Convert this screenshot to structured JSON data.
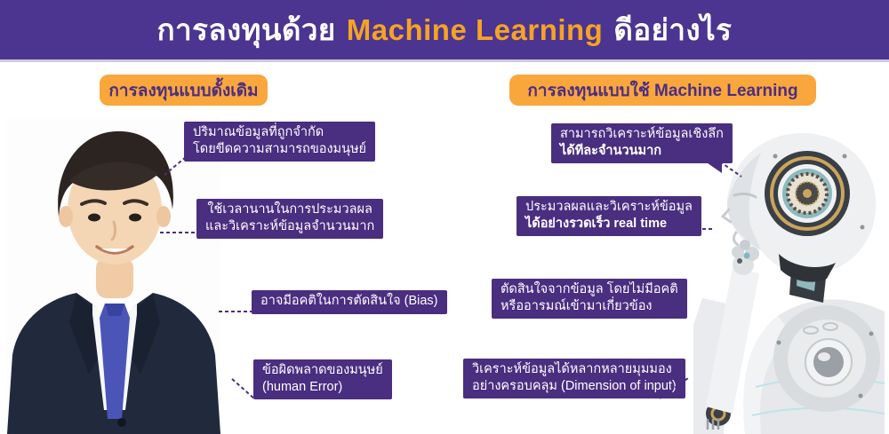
{
  "header": {
    "title_prefix": "การลงทุนด้วย",
    "title_highlight": "Machine Learning",
    "title_suffix": "ดีอย่างไร"
  },
  "sections": {
    "left": {
      "title": "การลงทุนแบบดั้งเดิม"
    },
    "right": {
      "title": "การลงทุนแบบใช้ Machine Learning"
    }
  },
  "callouts": {
    "left": [
      {
        "line1": "ปริมาณข้อมูลที่ถูกจำกัด",
        "line2": "โดยขีดความสามารถของมนุษย์"
      },
      {
        "line1": "ใช้เวลานานในการประมวลผล",
        "line2": "และวิเคราะห์ข้อมูลจำนวนมาก"
      },
      {
        "line1": "อาจมีอคติในการตัดสินใจ (Bias)"
      },
      {
        "line1": "ข้อผิดพลาดของมนุษย์",
        "line2": "(human Error)"
      }
    ],
    "right": [
      {
        "line1": "สามารถวิเคราะห์ข้อมูลเชิงลึก",
        "line2_bold": "ได้ทีละจำนวนมาก"
      },
      {
        "line1": "ประมวลผลและวิเคราะห์ข้อมูล",
        "line2_bold": "ได้อย่างรวดเร็ว real time"
      },
      {
        "line1": "ตัดสินใจจากข้อมูล โดยไม่มีอคติ",
        "line2": "หรืออารมณ์เข้ามาเกี่ยวข้อง"
      },
      {
        "line1": "วิเคราะห์ข้อมูลได้หลากหลายมุมมอง",
        "line2": "อย่างครอบคลุม (Dimension of input)"
      }
    ]
  },
  "figures": {
    "left": "businessman-photo",
    "right": "robot-photo"
  },
  "colors": {
    "header_purple": "#4B3590",
    "callout_purple": "#4A2E80",
    "accent_orange": "#F9A63C",
    "title_highlight_orange": "#F5A325",
    "pill_text_purple": "#4B2E83"
  }
}
